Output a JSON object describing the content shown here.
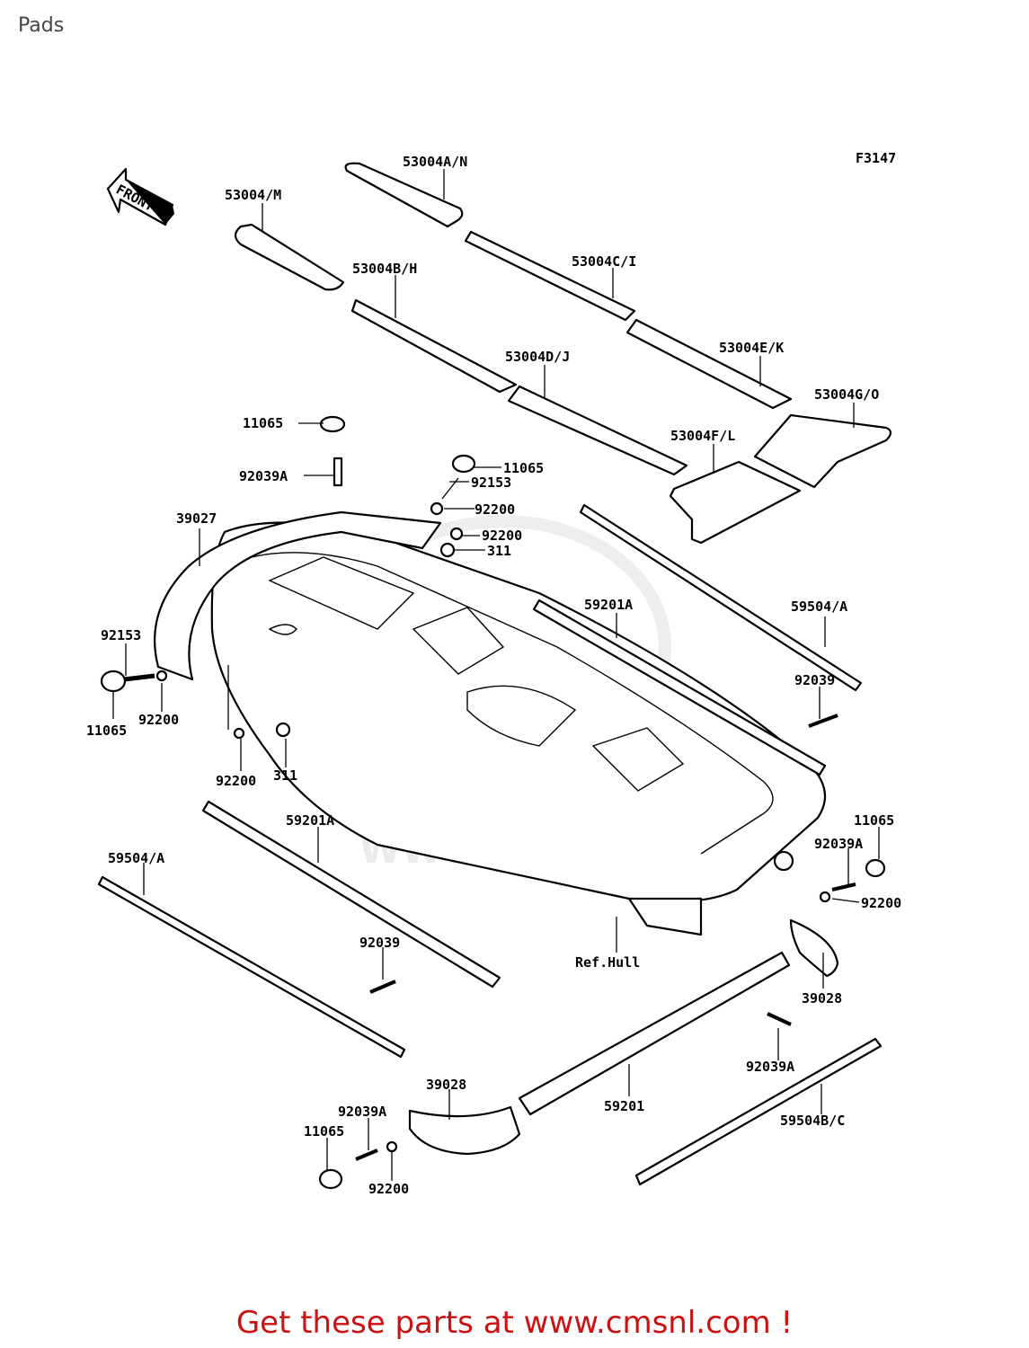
{
  "page": {
    "title": "Pads"
  },
  "diagram": {
    "code": "F3147",
    "front_label": "FRONT",
    "watermark": "WWW.CMSNL.COM",
    "ref_label": "Ref.Hull",
    "part_labels": {
      "p53004_an": "53004A/N",
      "p53004_m": "53004/M",
      "p53004_bh": "53004B/H",
      "p53004_ci": "53004C/I",
      "p53004_dj": "53004D/J",
      "p53004_ek": "53004E/K",
      "p53004_go": "53004G/O",
      "p53004_fl": "53004F/L",
      "p11065_a": "11065",
      "p92039a_a": "92039A",
      "p11065_b": "11065",
      "p92153_a": "92153",
      "p92200_a": "92200",
      "p92200_b": "92200",
      "p311_a": "311",
      "p39027": "39027",
      "p59201a_a": "59201A",
      "p59504a_a": "59504/A",
      "p92153_b": "92153",
      "p11065_c": "11065",
      "p92200_c": "92200",
      "p92039_a": "92039",
      "p92200_d": "92200",
      "p311_b": "311",
      "p59201a_b": "59201A",
      "p59504a_b": "59504/A",
      "p11065_d": "11065",
      "p92039a_b": "92039A",
      "p92200_e": "92200",
      "p92039_b": "92039",
      "p39028_a": "39028",
      "p92039a_c": "92039A",
      "p39028_b": "39028",
      "p59201": "59201",
      "p92039a_d": "92039A",
      "p11065_e": "11065",
      "p59504bc": "59504B/C",
      "p92200_f": "92200"
    }
  },
  "footer": {
    "cta": "Get these parts at www.cmsnl.com !"
  }
}
